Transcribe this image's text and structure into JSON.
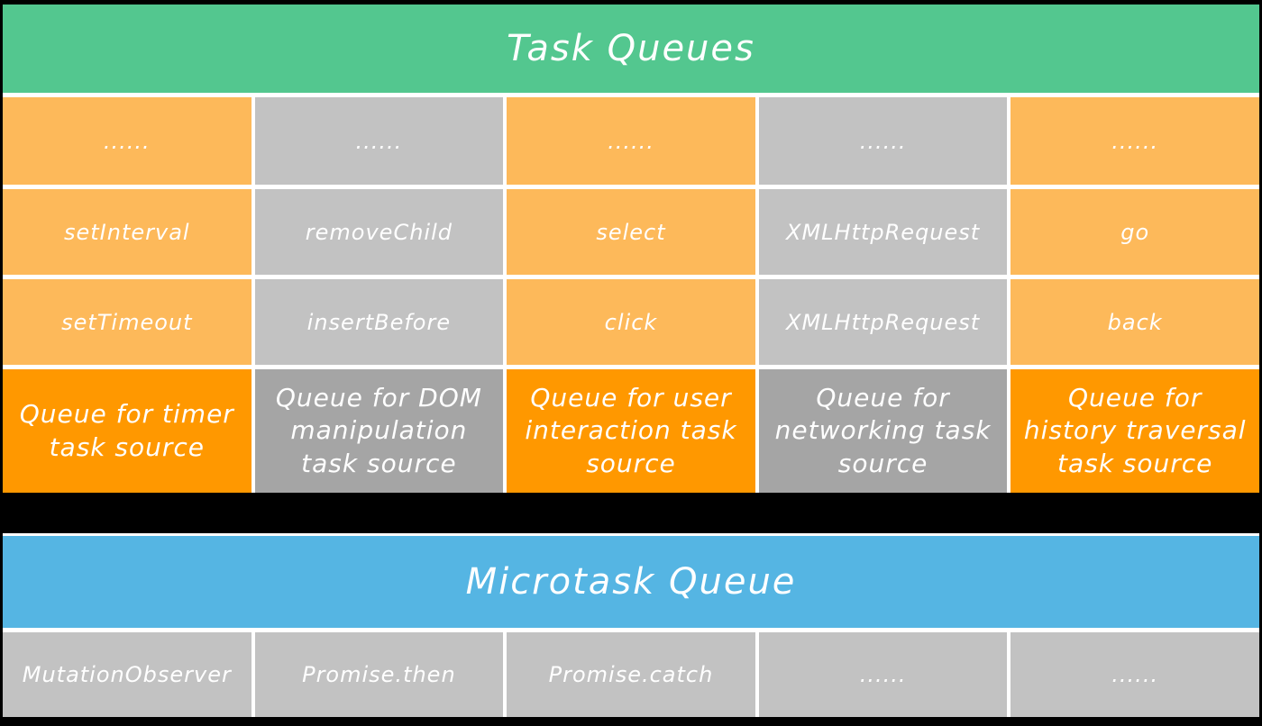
{
  "diagram": {
    "background": "#000000",
    "grid_line_color": "#FFFFFF",
    "text_color": "#FFFFFF"
  },
  "colors": {
    "task_header_green": "#53C78F",
    "microtask_header_blue": "#55B5E3",
    "light_orange": "#FDB95A",
    "dark_orange": "#FF9800",
    "light_gray": "#C2C2C2",
    "dark_gray": "#A5A5A5"
  },
  "task_queues": {
    "title": "Task Queues",
    "columns": [
      {
        "theme": "orange",
        "rows": [
          "......",
          "setInterval",
          "setTimeout"
        ],
        "footer": "Queue for timer task source"
      },
      {
        "theme": "gray",
        "rows": [
          "......",
          "removeChild",
          "insertBefore"
        ],
        "footer": "Queue for DOM manipulation task source"
      },
      {
        "theme": "orange",
        "rows": [
          "......",
          "select",
          "click"
        ],
        "footer": "Queue for user interaction task source"
      },
      {
        "theme": "gray",
        "rows": [
          "......",
          "XMLHttpRequest",
          "XMLHttpRequest"
        ],
        "footer": "Queue for networking task source"
      },
      {
        "theme": "orange",
        "rows": [
          "......",
          "go",
          "back"
        ],
        "footer": "Queue for history traversal task source"
      }
    ]
  },
  "microtask_queue": {
    "title": "Microtask Queue",
    "cells": [
      "MutationObserver",
      "Promise.then",
      "Promise.catch",
      "......",
      "......"
    ]
  }
}
